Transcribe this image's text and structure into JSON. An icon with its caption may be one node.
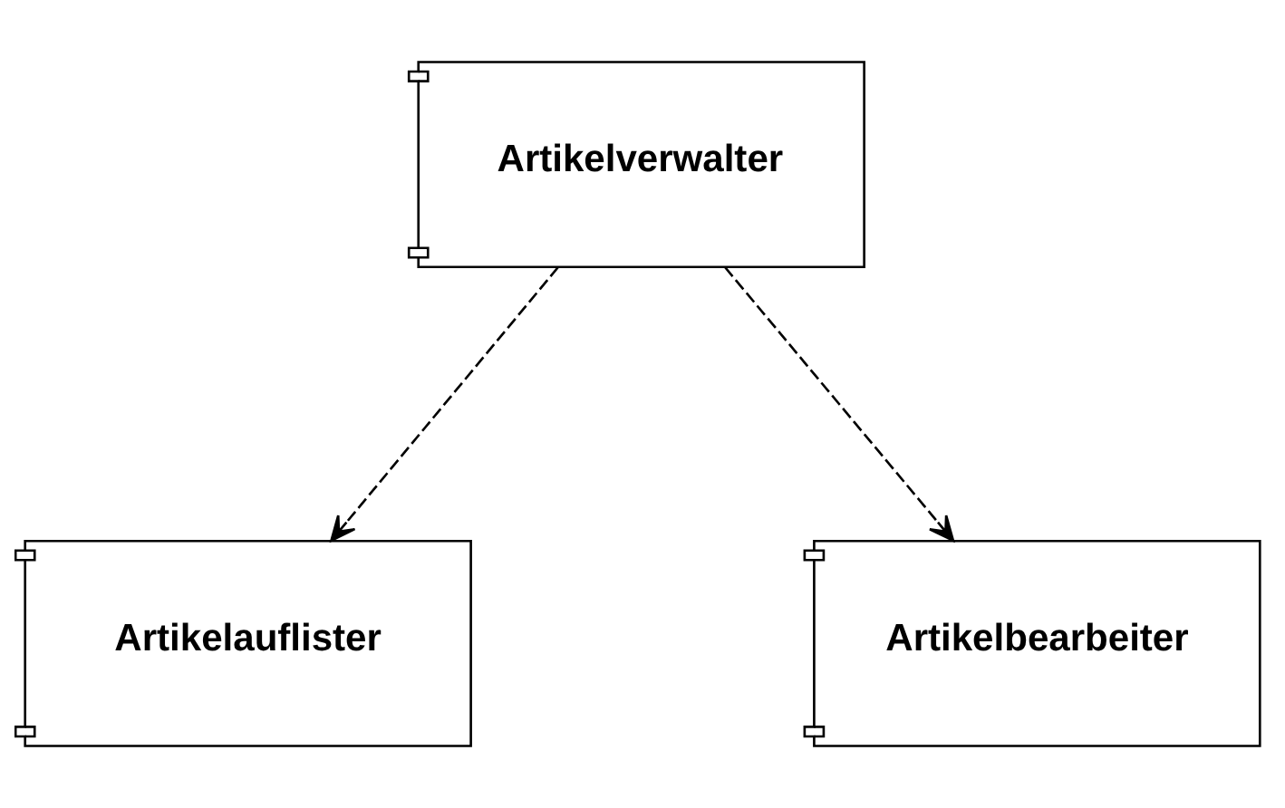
{
  "diagram": {
    "nodes": [
      {
        "text": [
          "Artikelverwalter"
        ]
      },
      {
        "text": [
          "Artikelauflister"
        ]
      },
      {
        "text": [
          "Artikelbearbeiter"
        ]
      }
    ],
    "edges": [
      {
        "from": 0,
        "to": 1,
        "arrow": "to",
        "style": "dashed"
      },
      {
        "from": 0,
        "to": 2,
        "arrow": "to",
        "style": "dashed"
      }
    ]
  }
}
